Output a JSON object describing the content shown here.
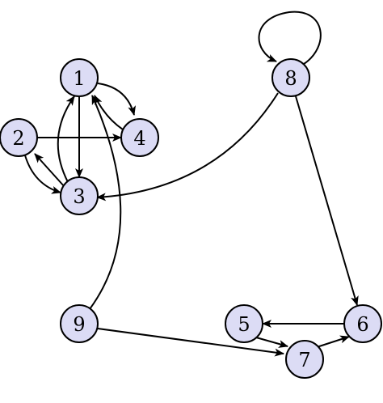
{
  "colors": {
    "node_fill": "#dcdcf5",
    "stroke": "#000000"
  },
  "nodes": [
    {
      "id": "1",
      "label": "1"
    },
    {
      "id": "2",
      "label": "2"
    },
    {
      "id": "3",
      "label": "3"
    },
    {
      "id": "4",
      "label": "4"
    },
    {
      "id": "5",
      "label": "5"
    },
    {
      "id": "6",
      "label": "6"
    },
    {
      "id": "7",
      "label": "7"
    },
    {
      "id": "8",
      "label": "8"
    },
    {
      "id": "9",
      "label": "9"
    }
  ],
  "edges": [
    {
      "from": "1",
      "to": "4"
    },
    {
      "from": "4",
      "to": "1"
    },
    {
      "from": "1",
      "to": "3"
    },
    {
      "from": "3",
      "to": "1"
    },
    {
      "from": "2",
      "to": "4"
    },
    {
      "from": "2",
      "to": "3"
    },
    {
      "from": "3",
      "to": "2"
    },
    {
      "from": "8",
      "to": "8"
    },
    {
      "from": "8",
      "to": "3"
    },
    {
      "from": "8",
      "to": "6"
    },
    {
      "from": "9",
      "to": "1"
    },
    {
      "from": "9",
      "to": "7"
    },
    {
      "from": "6",
      "to": "5"
    },
    {
      "from": "5",
      "to": "7"
    },
    {
      "from": "7",
      "to": "6"
    }
  ]
}
